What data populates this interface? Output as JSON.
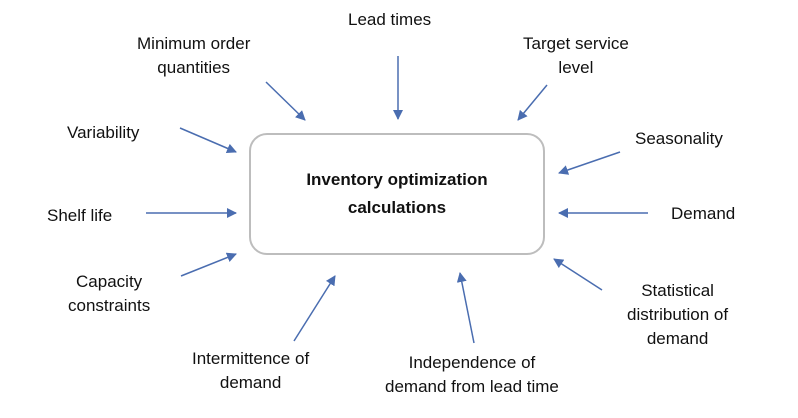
{
  "center": {
    "line1": "Inventory optimization",
    "line2": "calculations"
  },
  "factors": {
    "lead_times": {
      "line1": "Lead times"
    },
    "min_order": {
      "line1": "Minimum order",
      "line2": "quantities"
    },
    "target_service": {
      "line1": "Target service",
      "line2": "level"
    },
    "variability": {
      "line1": "Variability"
    },
    "seasonality": {
      "line1": "Seasonality"
    },
    "shelf_life": {
      "line1": "Shelf life"
    },
    "demand": {
      "line1": "Demand"
    },
    "capacity": {
      "line1": "Capacity",
      "line2": "constraints"
    },
    "statistical": {
      "line1": "Statistical",
      "line2": "distribution of",
      "line3": "demand"
    },
    "intermittence": {
      "line1": "Intermittence of",
      "line2": "demand"
    },
    "independence": {
      "line1": "Independence  of",
      "line2": "demand from lead time"
    }
  },
  "colors": {
    "arrow": "#4a6db0",
    "box_border": "#bdbdbd",
    "text": "#111111"
  }
}
